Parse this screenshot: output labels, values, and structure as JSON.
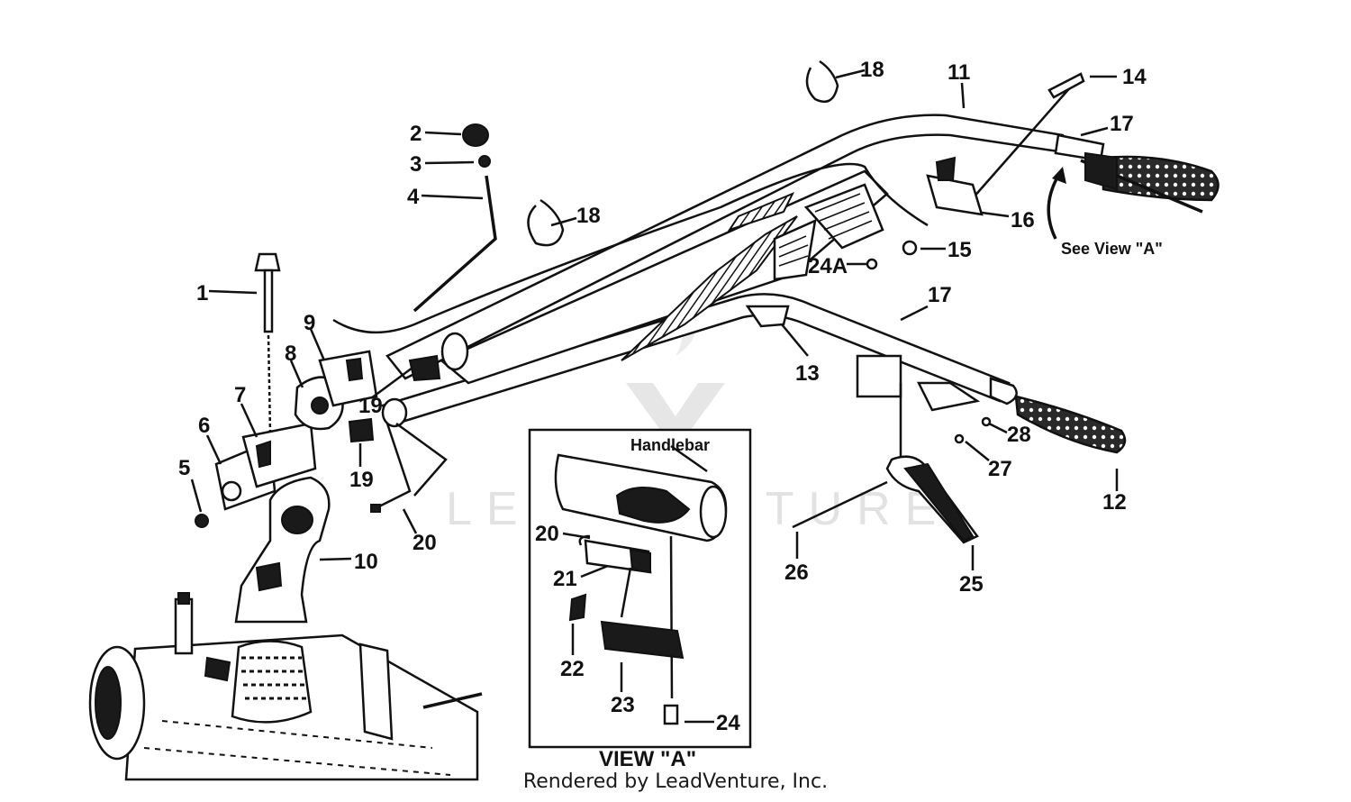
{
  "callouts": [
    "1",
    "2",
    "3",
    "4",
    "5",
    "6",
    "7",
    "8",
    "9",
    "10",
    "11",
    "12",
    "13",
    "14",
    "15",
    "16",
    "17",
    "17",
    "18",
    "18",
    "19",
    "19",
    "20",
    "20",
    "21",
    "22",
    "23",
    "24",
    "24A",
    "25",
    "26",
    "27",
    "28"
  ],
  "annotations": {
    "see_view": "See View \"A\"",
    "view_title": "VIEW \"A\"",
    "handlebar_label": "Handlebar"
  },
  "watermark": {
    "text": "LEADVENTURE"
  },
  "footer": {
    "credit": "Rendered by LeadVenture, Inc."
  },
  "colors": {
    "ink": "#111111",
    "paper": "#ffffff",
    "watermark": "#e2e2e2"
  }
}
